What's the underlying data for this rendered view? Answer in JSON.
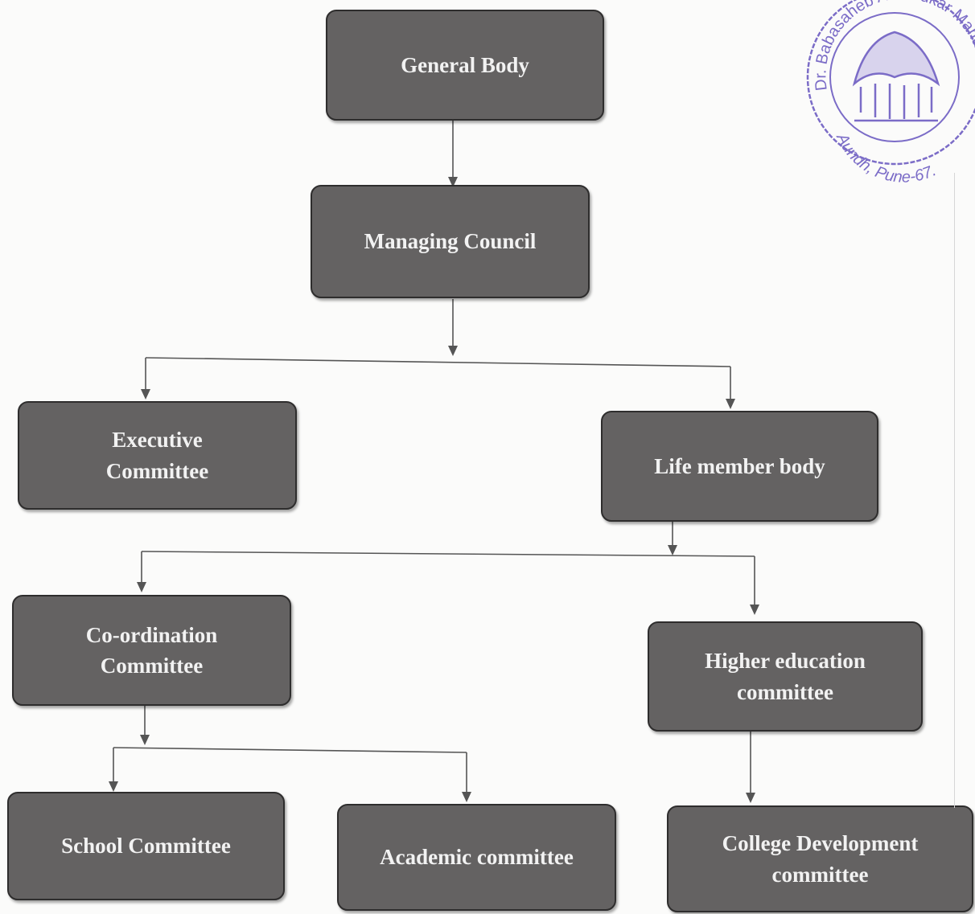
{
  "nodes": {
    "general_body": "General Body",
    "managing_council": "Managing Council",
    "executive_committee": "Executive\nCommittee",
    "life_member_body": "Life member body",
    "coordination_committee": "Co-ordination\nCommittee",
    "higher_education_committee": "Higher education\ncommittee",
    "school_committee": "School Committee",
    "academic_committee": "Academic committee",
    "college_development_committee": "College Development\ncommittee"
  },
  "seal": {
    "ring_text": "Dr. Babasaheb Ambedkar Mahavidyalaya",
    "city_text": "Aundh, Pune-67.",
    "stamp_color": "#7b6cc7"
  },
  "colors": {
    "box_fill": "#646262",
    "box_border": "#2e2d2d",
    "box_text": "#f2f2f2",
    "connector": "#555555",
    "background": "#fbfbfa"
  }
}
